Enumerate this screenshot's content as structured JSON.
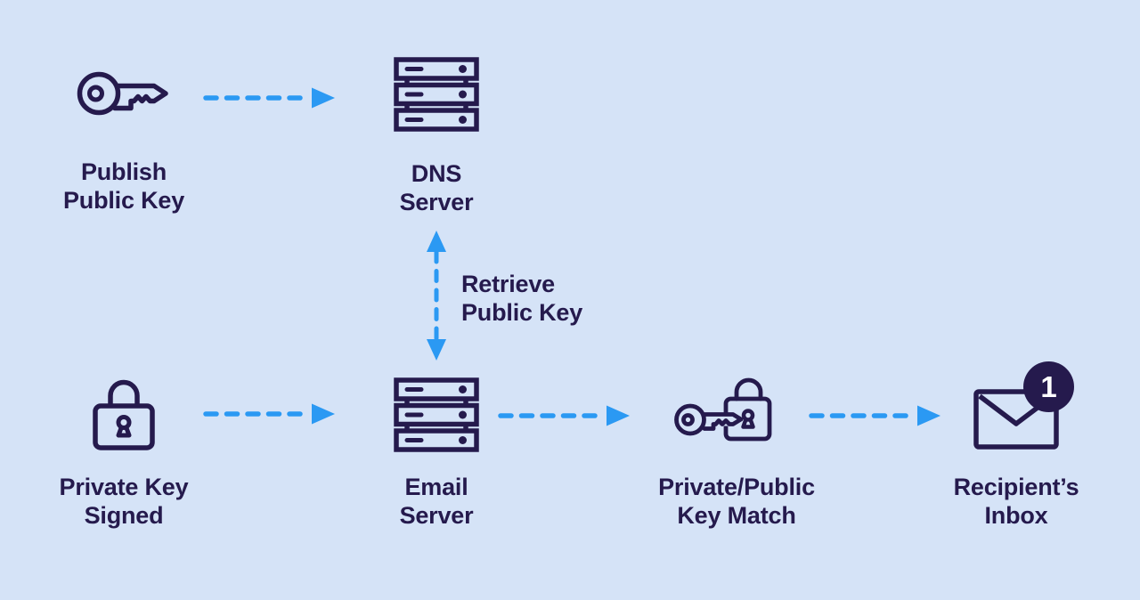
{
  "palette": {
    "background": "#d5e3f7",
    "ink": "#251a4d",
    "arrow": "#2b99f3",
    "badge_background": "#251a4d",
    "badge_text_color": "#ffffff"
  },
  "diagram": {
    "nodes": [
      {
        "id": "publish-public-key",
        "icon": "key-icon",
        "label_line1": "Publish",
        "label_line2": "Public Key"
      },
      {
        "id": "dns-server",
        "icon": "server-stack-icon",
        "label_line1": "DNS",
        "label_line2": "Server"
      },
      {
        "id": "private-key-signed",
        "icon": "padlock-icon",
        "label_line1": "Private Key",
        "label_line2": "Signed"
      },
      {
        "id": "email-server",
        "icon": "server-stack-icon",
        "label_line1": "Email",
        "label_line2": "Server"
      },
      {
        "id": "private-public-key-match",
        "icon": "key-and-padlock-icon",
        "label_line1": "Private/Public",
        "label_line2": "Key Match"
      },
      {
        "id": "recipients-inbox",
        "icon": "envelope-icon",
        "label_line1": "Recipient’s",
        "label_line2": "Inbox",
        "badge_count": "1"
      }
    ],
    "connections": [
      {
        "from": "publish-public-key",
        "to": "dns-server",
        "style": "dashed-arrow-right"
      },
      {
        "from": "dns-server",
        "to": "email-server",
        "style": "dashed-arrow-vertical-double",
        "label_line1": "Retrieve",
        "label_line2": "Public Key"
      },
      {
        "from": "private-key-signed",
        "to": "email-server",
        "style": "dashed-arrow-right"
      },
      {
        "from": "email-server",
        "to": "private-public-key-match",
        "style": "dashed-arrow-right"
      },
      {
        "from": "private-public-key-match",
        "to": "recipients-inbox",
        "style": "dashed-arrow-right"
      }
    ]
  }
}
